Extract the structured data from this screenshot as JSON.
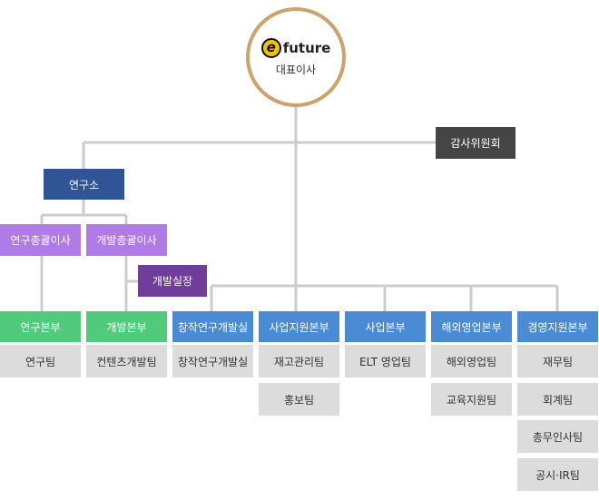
{
  "ceo": {
    "logo_letter": "e",
    "logo_text": "future",
    "title": "대표이사"
  },
  "audit": "감사위원회",
  "research_lab": "연구소",
  "cto_research": "연구총괄이사",
  "cto_dev": "개발총괄이사",
  "dev_head": "개발실장",
  "divisions": [
    {
      "name": "연구본부",
      "teams": [
        "연구팀"
      ]
    },
    {
      "name": "개발본부",
      "teams": [
        "컨텐츠개발팀"
      ]
    },
    {
      "name": "창작연구개발실",
      "teams": [
        "창작연구개발실"
      ]
    },
    {
      "name": "사업지원본부",
      "teams": [
        "재고관리팀",
        "홍보팀"
      ]
    },
    {
      "name": "사업본부",
      "teams": [
        "ELT 영업팀"
      ]
    },
    {
      "name": "해외영업본부",
      "teams": [
        "해외영업팀",
        "교육지원팀"
      ]
    },
    {
      "name": "경영지원본부",
      "teams": [
        "재무팀",
        "회계팀",
        "총무인사팀",
        "공시·IR팀"
      ]
    }
  ],
  "colors": {
    "ceo_border": "#cba36b",
    "lines": "#cccccc",
    "audit": "#454545",
    "research_lab": "#2f5597",
    "directors": "#b07be6",
    "dev_head": "#6f3d9a",
    "division_green": "#4fcb7b",
    "division_blue": "#4b8ad4",
    "team": "#dcdcdc"
  }
}
